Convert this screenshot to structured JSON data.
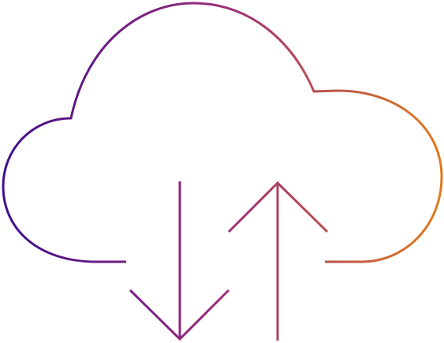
{
  "icon": {
    "name": "cloud-sync-icon",
    "parts": [
      "cloud-outline",
      "download-arrow",
      "upload-arrow"
    ]
  },
  "colors": {
    "gradient_start": "#3f0d8c",
    "gradient_mid": "#9b2d7a",
    "gradient_end": "#e07b1a",
    "background": "#ffffff"
  }
}
